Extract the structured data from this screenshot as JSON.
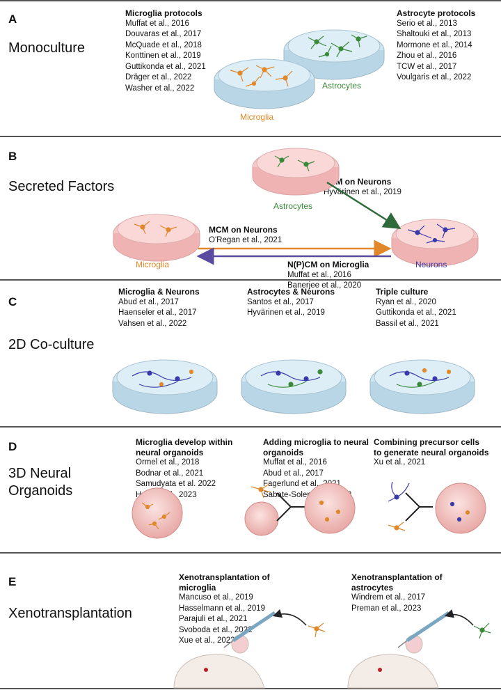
{
  "colors": {
    "microglia": "#e0882a",
    "astrocyte": "#3a8a3a",
    "neuron": "#3a3aa8",
    "arrow_purple": "#5a4aa0",
    "dish_blue": "#cfe6f3",
    "dish_pink": "#f6c9c9"
  },
  "panelA": {
    "letter": "A",
    "title": "Monoculture",
    "microglia_heading": "Microglia protocols",
    "microglia_refs": [
      "Muffat et al., 2016",
      "Douvaras et al., 2017",
      "McQuade et al., 2018",
      "Konttinen et al., 2019",
      "Guttikonda et al., 2021",
      "Dräger et al., 2022",
      "Washer et al., 2022"
    ],
    "astro_heading": "Astrocyte protocols",
    "astro_refs": [
      "Serio et al., 2013",
      "Shaltouki et al., 2013",
      "Mormone et al., 2014",
      "Zhou et al., 2016",
      "TCW et al., 2017",
      "Voulgaris et al., 2022"
    ],
    "label_microglia": "Microglia",
    "label_astrocytes": "Astrocytes"
  },
  "panelB": {
    "letter": "B",
    "title": "Secreted Factors",
    "acm_heading": "ACM on Neurons",
    "acm_refs": [
      "Hyvärinen et al., 2019"
    ],
    "mcm_heading": "MCM on Neurons",
    "mcm_refs": [
      "O'Regan et al., 2021"
    ],
    "npcm_heading": "N(P)CM  on Microglia",
    "npcm_refs": [
      "Muffat et al., 2016",
      "Banerjee et al., 2020"
    ],
    "label_astrocytes": "Astrocytes",
    "label_microglia": "Microglia",
    "label_neurons": "Neurons"
  },
  "panelC": {
    "letter": "C",
    "title": "2D Co-culture",
    "col1_heading": "Microglia & Neurons",
    "col1_refs": [
      "Abud et al., 2017",
      "Haenseler et al., 2017",
      "Vahsen et al., 2022"
    ],
    "col2_heading": "Astrocytes & Neurons",
    "col2_refs": [
      "Santos et al., 2017",
      "Hyvärinen et al., 2019"
    ],
    "col3_heading": "Triple culture",
    "col3_refs": [
      "Ryan et al., 2020",
      "Guttikonda et al., 2021",
      "Bassil et al., 2021"
    ]
  },
  "panelD": {
    "letter": "D",
    "title_line1": "3D Neural",
    "title_line2": "Organoids",
    "col1_heading_l1": "Microglia develop within",
    "col1_heading_l2": "neural organoids",
    "col1_refs": [
      "Ormel et al., 2018",
      "Bodnar et al., 2021",
      "Samudyata et al. 2022",
      "Hong et al., 2023"
    ],
    "col2_heading_l1": "Adding microglia to neural",
    "col2_heading_l2": "organoids",
    "col2_refs": [
      "Muffat et al., 2016",
      "Abud et al., 2017",
      "Fagerlund et al., 2021",
      "Sabate-Soler et al., 2022"
    ],
    "col3_heading_l1": "Combining precursor cells",
    "col3_heading_l2": "to generate neural organoids",
    "col3_refs": [
      "Xu et al., 2021"
    ]
  },
  "panelE": {
    "letter": "E",
    "title": "Xenotransplantation",
    "col1_heading_l1": "Xenotransplantation of",
    "col1_heading_l2": "microglia",
    "col1_refs": [
      "Mancuso et al., 2019",
      "Hasselmann et al., 2019",
      "Parajuli et al., 2021",
      "Svoboda et al., 2022",
      "Xue et al., 2022"
    ],
    "col2_heading_l1": "Xenotransplantation of",
    "col2_heading_l2": "astrocytes",
    "col2_refs": [
      "Windrem et al., 2017",
      "Preman et al., 2023"
    ]
  }
}
